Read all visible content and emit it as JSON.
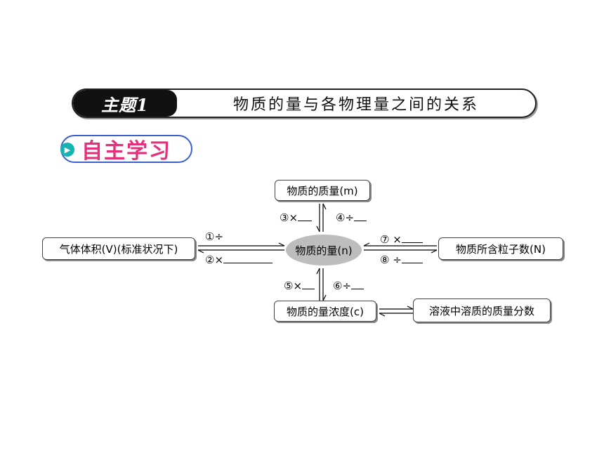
{
  "banner": {
    "tag": "主题1",
    "title": "物质的量与各物理量之间的关系"
  },
  "section": {
    "icon": "play-icon",
    "label": "自主学习"
  },
  "diagram": {
    "center": "物质的量(n)",
    "nodes": {
      "top": "物质的质量(m)",
      "left": "气体体积(V)(标准状况下)",
      "right": "物质所含粒子数(N)",
      "bottom": "物质的量浓度(c)",
      "bottom_right": "溶液中溶质的质量分数"
    },
    "labels": {
      "l3": "③×",
      "l4": "④÷",
      "l1": "①÷",
      "l2": "②×",
      "l7": "⑦ ×",
      "l8": "⑧ ÷",
      "l5": "⑤×",
      "l6": "⑥÷"
    }
  }
}
